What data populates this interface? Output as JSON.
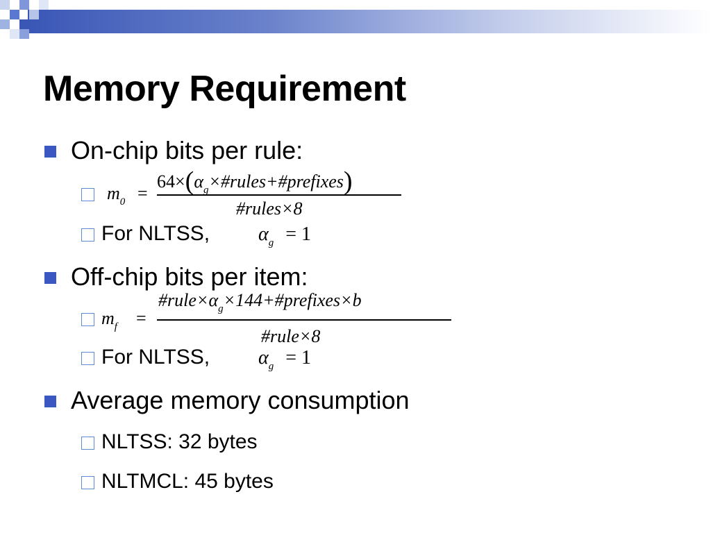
{
  "slide": {
    "title": "Memory Requirement",
    "sections": [
      {
        "label": "On-chip bits per rule:",
        "formula": {
          "lhs": "m",
          "lhs_sub": "0",
          "eq": "=",
          "num_64": "64×",
          "paren_open": "(",
          "alpha": "α",
          "g": "g",
          "num_rules": "×#rules+#",
          "num_prefixes": "prefixes",
          "paren_close": ")",
          "den": "#rules×8"
        },
        "note_label": "For NLTSS,",
        "note_math": {
          "alpha": "α",
          "g": "g",
          "rhs": "= 1"
        }
      },
      {
        "label": "Off-chip bits per item:",
        "formula": {
          "lhs": "m",
          "lhs_sub": "f",
          "eq": "=",
          "num_rule": "#rule×",
          "alpha": "α",
          "g": "g",
          "num_rest": "×144+#",
          "num_prefixes": "prefixes×b",
          "den": "#rule×8"
        },
        "note_label": "For NLTSS,",
        "note_math": {
          "alpha": "α",
          "g": "g",
          "rhs": "= 1"
        }
      },
      {
        "label": "Average memory consumption",
        "items": [
          "NLTSS: 32 bytes",
          "NLTMCL: 45 bytes"
        ]
      }
    ]
  },
  "colors": {
    "bullet": "#3a57c2",
    "sub_bullet_border": "#5b8bd0",
    "banner": "#3a57b6"
  }
}
